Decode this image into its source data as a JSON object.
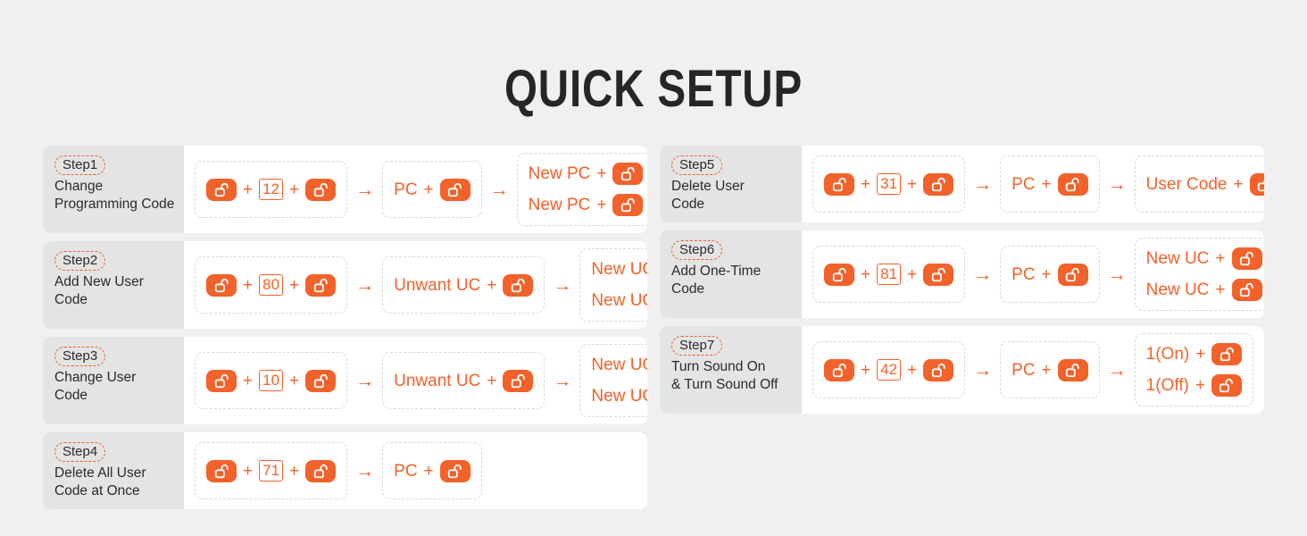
{
  "title": "QUICK SETUP",
  "colors": {
    "accent": "#f2622a",
    "label_bg": "#e4e4e4",
    "page_bg": "#f0f0f0",
    "card_bg": "#ffffff",
    "text": "#2b2b2b"
  },
  "icons": {
    "lock": "open-padlock-icon",
    "arrow": "→",
    "plus": "+"
  },
  "columns": {
    "left": [
      {
        "step": "Step1",
        "desc": "Change\nProgramming Code",
        "blocks": [
          {
            "lines": [
              {
                "parts": [
                  {
                    "t": "icon"
                  },
                  {
                    "t": "plus",
                    "v": "+"
                  },
                  {
                    "t": "num",
                    "v": "12"
                  },
                  {
                    "t": "plus",
                    "v": "+"
                  },
                  {
                    "t": "icon"
                  }
                ]
              }
            ]
          },
          {
            "lines": [
              {
                "parts": [
                  {
                    "t": "text",
                    "v": "PC"
                  },
                  {
                    "t": "plus",
                    "v": "+"
                  },
                  {
                    "t": "icon"
                  }
                ]
              }
            ]
          },
          {
            "lines": [
              {
                "parts": [
                  {
                    "t": "text",
                    "v": "New PC"
                  },
                  {
                    "t": "plus",
                    "v": "+"
                  },
                  {
                    "t": "icon"
                  }
                ]
              },
              {
                "parts": [
                  {
                    "t": "text",
                    "v": "New PC"
                  },
                  {
                    "t": "plus",
                    "v": "+"
                  },
                  {
                    "t": "icon"
                  }
                ]
              }
            ]
          }
        ]
      },
      {
        "step": "Step2",
        "desc": "Add New User\nCode",
        "blocks": [
          {
            "lines": [
              {
                "parts": [
                  {
                    "t": "icon"
                  },
                  {
                    "t": "plus",
                    "v": "+"
                  },
                  {
                    "t": "num",
                    "v": "80"
                  },
                  {
                    "t": "plus",
                    "v": "+"
                  },
                  {
                    "t": "icon"
                  }
                ]
              }
            ]
          },
          {
            "lines": [
              {
                "parts": [
                  {
                    "t": "text",
                    "v": "Unwant UC"
                  },
                  {
                    "t": "plus",
                    "v": "+"
                  },
                  {
                    "t": "icon"
                  }
                ]
              }
            ]
          },
          {
            "lines": [
              {
                "parts": [
                  {
                    "t": "text",
                    "v": "New UC"
                  },
                  {
                    "t": "plus",
                    "v": "+"
                  },
                  {
                    "t": "icon"
                  }
                ]
              },
              {
                "parts": [
                  {
                    "t": "text",
                    "v": "New UC"
                  },
                  {
                    "t": "plus",
                    "v": "+"
                  },
                  {
                    "t": "icon"
                  }
                ]
              }
            ]
          }
        ]
      },
      {
        "step": "Step3",
        "desc": "Change User\nCode",
        "blocks": [
          {
            "lines": [
              {
                "parts": [
                  {
                    "t": "icon"
                  },
                  {
                    "t": "plus",
                    "v": "+"
                  },
                  {
                    "t": "num",
                    "v": "10"
                  },
                  {
                    "t": "plus",
                    "v": "+"
                  },
                  {
                    "t": "icon"
                  }
                ]
              }
            ]
          },
          {
            "lines": [
              {
                "parts": [
                  {
                    "t": "text",
                    "v": "Unwant UC"
                  },
                  {
                    "t": "plus",
                    "v": "+"
                  },
                  {
                    "t": "icon"
                  }
                ]
              }
            ]
          },
          {
            "lines": [
              {
                "parts": [
                  {
                    "t": "text",
                    "v": "New UC"
                  },
                  {
                    "t": "plus",
                    "v": "+"
                  },
                  {
                    "t": "icon"
                  }
                ]
              },
              {
                "parts": [
                  {
                    "t": "text",
                    "v": "New UC"
                  },
                  {
                    "t": "plus",
                    "v": "+"
                  },
                  {
                    "t": "icon"
                  }
                ]
              }
            ]
          }
        ]
      },
      {
        "step": "Step4",
        "desc": "Delete All User\nCode at Once",
        "blocks": [
          {
            "lines": [
              {
                "parts": [
                  {
                    "t": "icon"
                  },
                  {
                    "t": "plus",
                    "v": "+"
                  },
                  {
                    "t": "num",
                    "v": "71"
                  },
                  {
                    "t": "plus",
                    "v": "+"
                  },
                  {
                    "t": "icon"
                  }
                ]
              }
            ]
          },
          {
            "lines": [
              {
                "parts": [
                  {
                    "t": "text",
                    "v": "PC"
                  },
                  {
                    "t": "plus",
                    "v": "+"
                  },
                  {
                    "t": "icon"
                  }
                ]
              }
            ]
          }
        ]
      }
    ],
    "right": [
      {
        "step": "Step5",
        "desc": "Delete User\nCode",
        "blocks": [
          {
            "lines": [
              {
                "parts": [
                  {
                    "t": "icon"
                  },
                  {
                    "t": "plus",
                    "v": "+"
                  },
                  {
                    "t": "num",
                    "v": "31"
                  },
                  {
                    "t": "plus",
                    "v": "+"
                  },
                  {
                    "t": "icon"
                  }
                ]
              }
            ]
          },
          {
            "lines": [
              {
                "parts": [
                  {
                    "t": "text",
                    "v": "PC"
                  },
                  {
                    "t": "plus",
                    "v": "+"
                  },
                  {
                    "t": "icon"
                  }
                ]
              }
            ]
          },
          {
            "lines": [
              {
                "parts": [
                  {
                    "t": "text",
                    "v": "User Code"
                  },
                  {
                    "t": "plus",
                    "v": "+"
                  },
                  {
                    "t": "icon"
                  }
                ]
              }
            ]
          }
        ]
      },
      {
        "step": "Step6",
        "desc": "Add One-Time\nCode",
        "blocks": [
          {
            "lines": [
              {
                "parts": [
                  {
                    "t": "icon"
                  },
                  {
                    "t": "plus",
                    "v": "+"
                  },
                  {
                    "t": "num",
                    "v": "81"
                  },
                  {
                    "t": "plus",
                    "v": "+"
                  },
                  {
                    "t": "icon"
                  }
                ]
              }
            ]
          },
          {
            "lines": [
              {
                "parts": [
                  {
                    "t": "text",
                    "v": "PC"
                  },
                  {
                    "t": "plus",
                    "v": "+"
                  },
                  {
                    "t": "icon"
                  }
                ]
              }
            ]
          },
          {
            "lines": [
              {
                "parts": [
                  {
                    "t": "text",
                    "v": "New UC"
                  },
                  {
                    "t": "plus",
                    "v": "+"
                  },
                  {
                    "t": "icon"
                  }
                ]
              },
              {
                "parts": [
                  {
                    "t": "text",
                    "v": "New UC"
                  },
                  {
                    "t": "plus",
                    "v": "+"
                  },
                  {
                    "t": "icon"
                  }
                ]
              }
            ]
          }
        ]
      },
      {
        "step": "Step7",
        "desc": "Turn Sound On\n& Turn Sound Off",
        "blocks": [
          {
            "lines": [
              {
                "parts": [
                  {
                    "t": "icon"
                  },
                  {
                    "t": "plus",
                    "v": "+"
                  },
                  {
                    "t": "num",
                    "v": "42"
                  },
                  {
                    "t": "plus",
                    "v": "+"
                  },
                  {
                    "t": "icon"
                  }
                ]
              }
            ]
          },
          {
            "lines": [
              {
                "parts": [
                  {
                    "t": "text",
                    "v": "PC"
                  },
                  {
                    "t": "plus",
                    "v": "+"
                  },
                  {
                    "t": "icon"
                  }
                ]
              }
            ]
          },
          {
            "lines": [
              {
                "parts": [
                  {
                    "t": "text",
                    "v": "1(On)"
                  },
                  {
                    "t": "plus",
                    "v": "+"
                  },
                  {
                    "t": "icon"
                  }
                ]
              },
              {
                "parts": [
                  {
                    "t": "text",
                    "v": "1(Off)"
                  },
                  {
                    "t": "plus",
                    "v": "+"
                  },
                  {
                    "t": "icon"
                  }
                ]
              }
            ]
          }
        ]
      }
    ]
  }
}
